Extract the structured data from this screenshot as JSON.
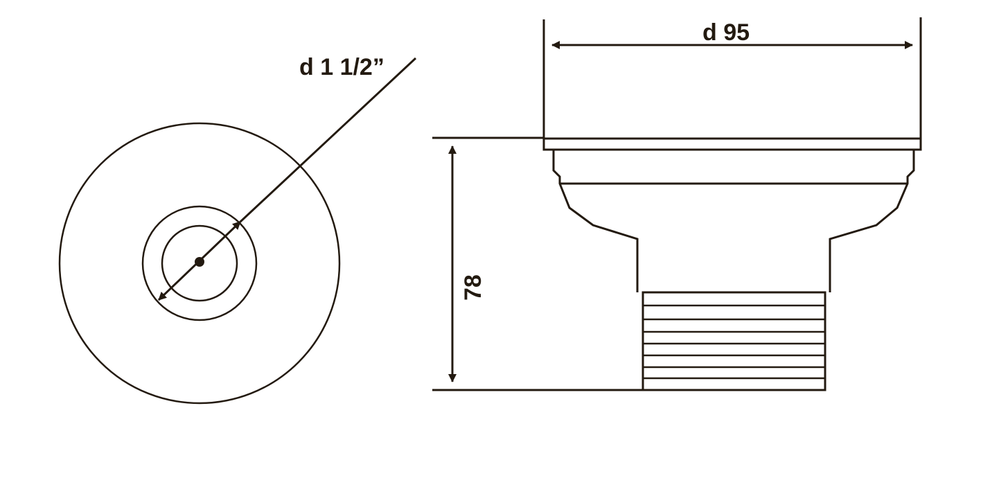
{
  "colors": {
    "ink": "#231a10",
    "background": "#ffffff"
  },
  "dimensions": {
    "thread_diameter": "d 1 1/2”",
    "flange_diameter": "d 95",
    "height": "78"
  }
}
